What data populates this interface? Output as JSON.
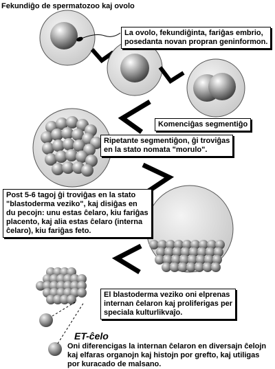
{
  "title": "Fekundiĝo de spermatozoo kaj ovolo",
  "captions": {
    "fertilized": [
      "La ovolo, fekundiĝinta, fariĝas embrio,",
      "posedanta novan propran geninformon."
    ],
    "segmentation": [
      "Komenciĝas segmentiĝo"
    ],
    "morula": [
      "Ripetante segmentiĝon, ĝi troviĝas",
      "en la stato nomata \"morulo\"."
    ],
    "blastoderm": [
      "Post 5-6 tagoj ĝi troviĝas en la stato",
      "\"blastoderma veziko\", kaj disiĝas en",
      "du pecojn: unu estas ĉelaro, kiu fariĝas",
      "placento, kaj alia estas ĉelaro (interna",
      "ĉelaro), kiu fariĝas feto."
    ],
    "culture": [
      "El blastoderma veziko oni elprenas",
      "internan ĉelaron kaj proliferigas per",
      "speciala kulturlikvaĵo."
    ]
  },
  "et_cell": {
    "label": "ET-ĉelo",
    "description": [
      "Oni diferencigas la internan ĉelaron en diversajn ĉelojn",
      "kaj elfaras organojn kaj histojn por grefto, kaj utiligas",
      "por kuracado de malsano."
    ]
  }
}
